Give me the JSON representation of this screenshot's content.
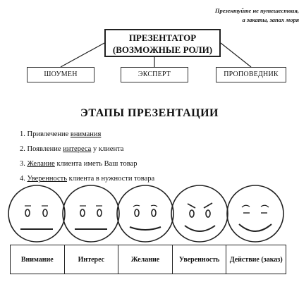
{
  "quote": {
    "line1": "Презентуйте не путешествия,",
    "line2": "а закаты, запах моря"
  },
  "presenter": {
    "title_line1": "ПРЕЗЕНТАТОР",
    "title_line2": "(ВОЗМОЖНЫЕ РОЛИ)",
    "roles": [
      "ШОУМЕН",
      "ЭКСПЕРТ",
      "ПРОПОВЕДНИК"
    ]
  },
  "stages": {
    "title": "ЭТАПЫ ПРЕЗЕНТАЦИИ",
    "items": [
      {
        "num": "1.",
        "pre": "Привлечение ",
        "key": "внимания",
        "post": ""
      },
      {
        "num": "2.",
        "pre": "Появление ",
        "key": "интереса",
        "post": " у клиента"
      },
      {
        "num": "3.",
        "pre": "",
        "key": "Желание",
        "post": " клиента иметь Ваш товар"
      },
      {
        "num": "4.",
        "pre": "",
        "key": "Уверенность",
        "post": " клиента в нужности товара"
      }
    ]
  },
  "faces": [
    {
      "expression": "neutral"
    },
    {
      "expression": "neutral"
    },
    {
      "expression": "slight-smile"
    },
    {
      "expression": "determined-smile"
    },
    {
      "expression": "happy-closed-eyes"
    }
  ],
  "stage_labels": [
    "Внимание",
    "Интерес",
    "Желание",
    "Уверенность",
    "Действие (заказ)"
  ]
}
